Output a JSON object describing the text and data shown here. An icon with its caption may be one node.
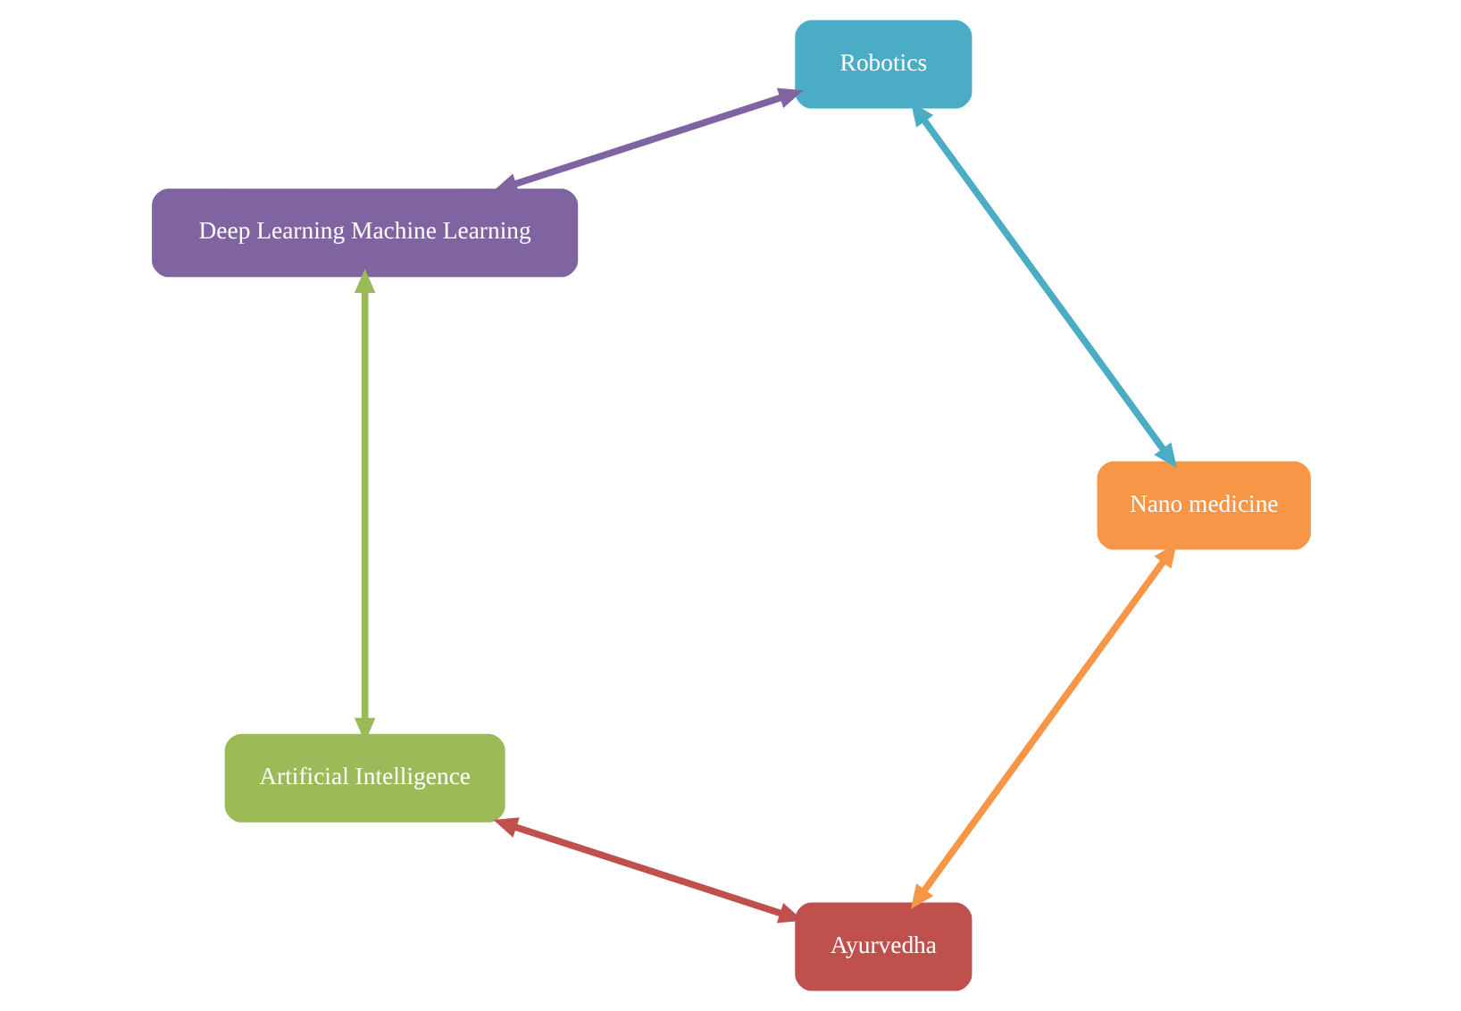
{
  "diagram": {
    "nodes": [
      {
        "text": [
          "Ayurvedha"
        ]
      },
      {
        "text": [
          "Artificial Intelligence"
        ]
      },
      {
        "text": [
          "Deep Learning Machine Learning"
        ]
      },
      {
        "text": [
          "Robotics"
        ]
      },
      {
        "text": [
          "Nano medicine"
        ]
      }
    ],
    "edges": [
      {
        "from": 0,
        "to": 1,
        "arrow": "both",
        "color": "#c0504d"
      },
      {
        "from": 1,
        "to": 2,
        "arrow": "both",
        "color": "#9bbb59"
      },
      {
        "from": 2,
        "to": 3,
        "arrow": "both",
        "color": "#8064a2"
      },
      {
        "from": 3,
        "to": 4,
        "arrow": "both",
        "color": "#4bacc6"
      },
      {
        "from": 4,
        "to": 0,
        "arrow": "both",
        "color": "#f79646"
      }
    ]
  }
}
